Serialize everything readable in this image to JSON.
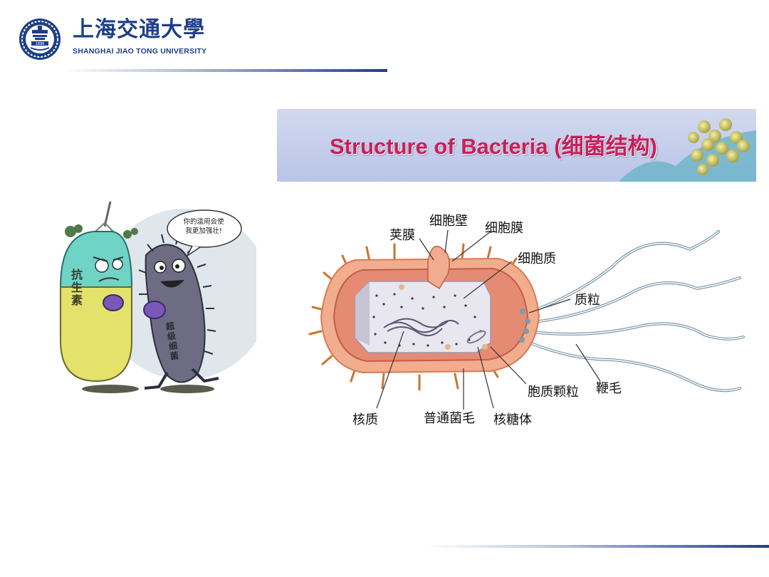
{
  "header": {
    "university_cn": "上海交通大學",
    "university_en": "SHANGHAI  JIAO TONG  UNIVERSITY",
    "emblem_year": "1896"
  },
  "cartoon": {
    "speech_line1": "你的滥用会使",
    "speech_line2": "我更加强壮!",
    "pill_label": "抗生素",
    "bacterium_label": "超级细菌"
  },
  "diagram": {
    "title": "Structure of Bacteria (细菌结构)",
    "labels": {
      "capsule": "荚膜",
      "cell_wall": "细胞壁",
      "cell_membrane": "细胞膜",
      "cytoplasm": "细胞质",
      "plasmid": "质粒",
      "flagellum": "鞭毛",
      "cytoplasmic_granule": "胞质颗粒",
      "nucleoid": "核质",
      "pili": "普通菌毛",
      "ribosome": "核糖体"
    }
  },
  "colors": {
    "brand_blue": "#1d3f86",
    "title_pink": "#c7205a",
    "banner_bg": "#c4cfec",
    "capsule_orange": "#f0a987"
  }
}
